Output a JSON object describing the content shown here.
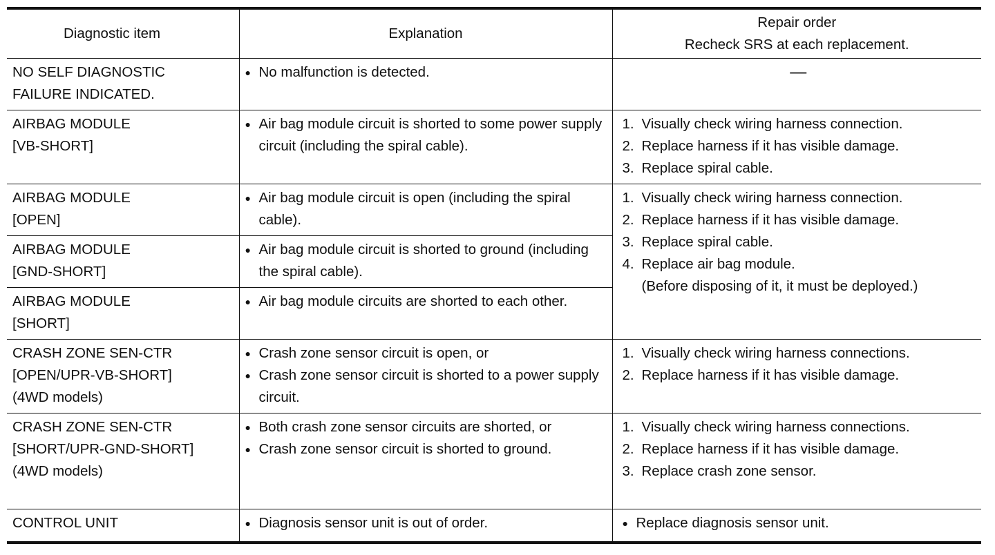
{
  "header": {
    "diagnostic_item": "Diagnostic item",
    "explanation": "Explanation",
    "repair_line1": "Repair order",
    "repair_line2": "Recheck SRS at each replacement."
  },
  "rows": [
    {
      "item": [
        "NO SELF DIAGNOSTIC",
        "FAILURE INDICATED."
      ],
      "explanation": [
        "No malfunction is detected."
      ],
      "repair_dash": "—"
    },
    {
      "item": [
        "AIRBAG MODULE",
        "[VB-SHORT]"
      ],
      "explanation": [
        "Air bag module circuit is shorted to some power supply circuit (including the spiral cable)."
      ],
      "repair": [
        "Visually check wiring harness connection.",
        "Replace harness if it has visible damage.",
        "Replace spiral cable."
      ]
    },
    {
      "item": [
        "AIRBAG MODULE",
        "[OPEN]"
      ],
      "explanation": [
        "Air bag module circuit is open (including the spiral cable)."
      ],
      "repair": [
        "Visually check wiring harness connection.",
        "Replace harness if it has visible damage.",
        "Replace spiral cable.",
        "Replace air bag module."
      ],
      "repair_note": "(Before disposing of it, it must be deployed.)"
    },
    {
      "item": [
        "AIRBAG MODULE",
        "[GND-SHORT]"
      ],
      "explanation": [
        "Air bag module circuit is shorted to ground (including the spiral cable)."
      ]
    },
    {
      "item": [
        "AIRBAG MODULE",
        "[SHORT]"
      ],
      "explanation": [
        "Air bag module circuits are shorted to each other."
      ]
    },
    {
      "item": [
        "CRASH ZONE SEN-CTR",
        "[OPEN/UPR-VB-SHORT]",
        "(4WD models)"
      ],
      "explanation": [
        "Crash zone sensor circuit is open, or",
        "Crash zone sensor circuit is shorted to a power supply circuit."
      ],
      "repair": [
        "Visually check wiring harness connections.",
        "Replace harness if it has visible damage."
      ]
    },
    {
      "item": [
        "CRASH ZONE SEN-CTR",
        "[SHORT/UPR-GND-SHORT]",
        "(4WD models)"
      ],
      "explanation": [
        "Both crash zone sensor circuits are shorted, or",
        "Crash zone sensor circuit is shorted to ground."
      ],
      "repair": [
        "Visually check wiring harness connections.",
        "Replace harness if it has visible damage.",
        "Replace crash zone sensor."
      ]
    },
    {
      "item": [
        "CONTROL UNIT"
      ],
      "explanation": [
        "Diagnosis sensor unit is out of order."
      ],
      "repair_bullet": "Replace diagnosis sensor unit."
    }
  ],
  "icons": {
    "bullet": "●"
  }
}
